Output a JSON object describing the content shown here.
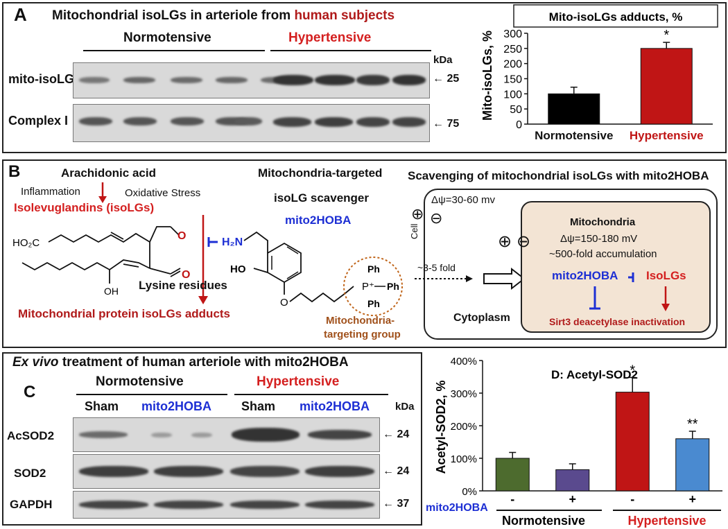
{
  "panelA": {
    "letter": "A",
    "title_prefix": "Mitochondrial isoLGs in arteriole from ",
    "title_highlight": "human subjects",
    "group_normotensive": "Normotensive",
    "group_hypertensive": "Hypertensive",
    "kda": "kDa",
    "row1_label": "mito-isoLG",
    "row1_marker": "25",
    "row2_label": "Complex I",
    "row2_marker": "75",
    "chart_title": "Mito-isoLGs adducts, %"
  },
  "panelB": {
    "letter": "B",
    "arachidonic": "Arachidonic acid",
    "inflammation": "Inflammation",
    "oxidative": "Oxidative Stress",
    "isolevuglandins": "Isolevuglandins (isoLGs)",
    "ho2c": "HO₂C",
    "oh": "OH",
    "o1": "O",
    "o2": "O",
    "lysine": "Lysine residues",
    "adducts": "Mitochondrial protein isoLGs adducts",
    "targeted_line1": "Mitochondria-targeted",
    "targeted_line2": "isoLG scavenger",
    "mito2hoba": "mito2HOBA",
    "h2n": "H₂N",
    "ho": "HO",
    "o_ether": "O",
    "ph1": "Ph",
    "ph2": "Ph",
    "ph3": "Ph",
    "p_plus": "P⁺",
    "targeting_line1": "Mitochondria-",
    "targeting_line2": "targeting group",
    "scavenging_title": "Scavenging of mitochondrial isoLGs with mito2HOBA",
    "cell_potential": "Δψ=30-60 mv",
    "cell_label": "Cell",
    "fold_cyto": "~3-5 fold",
    "cytoplasm": "Cytoplasm",
    "mito_title": "Mitochondria",
    "mito_potential": "Δψ=150-180 mV",
    "mito_accum": "~500-fold accumulation",
    "mito_scavenger": "mito2HOBA",
    "mito_isolgs": "IsoLGs",
    "sirt3": "Sirt3 deacetylase inactivation",
    "plus_sign": "⊕",
    "minus_sign": "⊖"
  },
  "panelC": {
    "letter": "C",
    "title_italic": "Ex vivo",
    "title_rest": " treatment of human arteriole with mito2HOBA",
    "group_normotensive": "Normotensive",
    "group_hypertensive": "Hypertensive",
    "lane1": "Sham",
    "lane2": "mito2HOBA",
    "lane3": "Sham",
    "lane4": "mito2HOBA",
    "kda": "kDa",
    "row1_label": "AcSOD2",
    "row1_marker": "24",
    "row2_label": "SOD2",
    "row2_marker": "24",
    "row3_label": "GAPDH",
    "row3_marker": "37"
  },
  "panelD": {
    "treatment_label": "mito2HOBA",
    "signs": [
      "-",
      "+",
      "-",
      "+"
    ],
    "group_normotensive": "Normotensive",
    "group_hypertensive": "Hypertensive"
  },
  "chart_data": [
    {
      "type": "bar",
      "title": "Mito-isoLGs adducts, %",
      "ylabel": "Mito-isoLGs, %",
      "categories": [
        "Normotensive",
        "Hypertensive"
      ],
      "values": [
        100,
        250
      ],
      "errors": [
        22,
        20
      ],
      "significance": [
        "",
        "*"
      ],
      "colors": [
        "#000000",
        "#c01515"
      ],
      "ylim": [
        0,
        300
      ],
      "yticks": [
        0,
        50,
        100,
        150,
        200,
        250,
        300
      ],
      "grid": false
    },
    {
      "type": "bar",
      "title": "D: Acetyl-SOD2",
      "ylabel": "Acetyl-SOD2, %",
      "categories": [
        "Normotensive -",
        "Normotensive +",
        "Hypertensive -",
        "Hypertensive +"
      ],
      "values": [
        100,
        65,
        303,
        160
      ],
      "errors": [
        18,
        18,
        45,
        23
      ],
      "significance": [
        "",
        "",
        "*",
        "**"
      ],
      "colors": [
        "#4d6b2e",
        "#5a4a8e",
        "#c01515",
        "#4a8ad0"
      ],
      "ylim": [
        0,
        400
      ],
      "yticks": [
        0,
        100,
        200,
        300,
        400
      ],
      "ytick_labels": [
        "0%",
        "100%",
        "200%",
        "300%",
        "400%"
      ],
      "grid": false
    }
  ]
}
